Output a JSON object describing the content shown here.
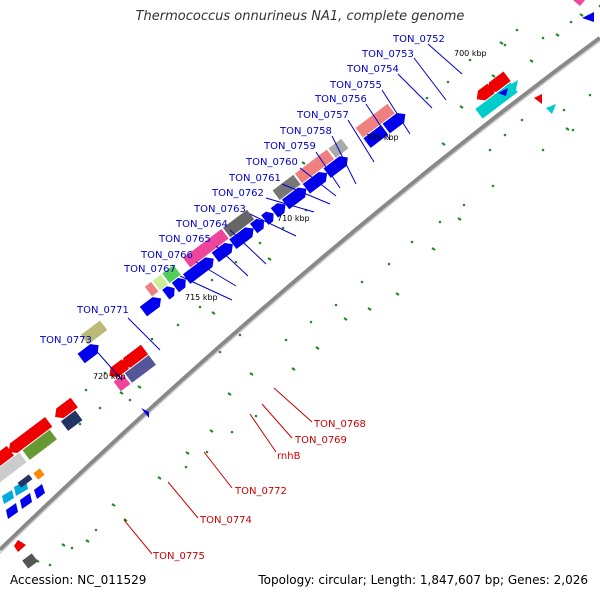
{
  "title": "Thermococcus onnurineus NA1, complete genome",
  "footer": {
    "accession": "Accession: NC_011529",
    "summary": "Topology: circular; Length: 1,847,607 bp; Genes: 2,026"
  },
  "ticks": [
    "700 kbp",
    "705 kbp",
    "710 kbp",
    "715 kbp",
    "720 kbp"
  ],
  "labels_blue": [
    "TON_0752",
    "TON_0753",
    "TON_0754",
    "TON_0755",
    "TON_0756",
    "TON_0757",
    "TON_0758",
    "TON_0759",
    "TON_0760",
    "TON_0761",
    "TON_0762",
    "TON_0763",
    "TON_0764",
    "TON_0765",
    "TON_0766",
    "TON_0767",
    "TON_0771",
    "TON_0773"
  ],
  "labels_red": [
    "TON_0768",
    "TON_0769",
    "rnhB",
    "TON_0772",
    "TON_0774",
    "TON_0775"
  ],
  "colors": {
    "cds_forward": "#0000ee",
    "cds_reverse": "#ee0000",
    "backbone": "#999999",
    "label_forward": "#0000cc",
    "label_reverse": "#cc0000"
  }
}
